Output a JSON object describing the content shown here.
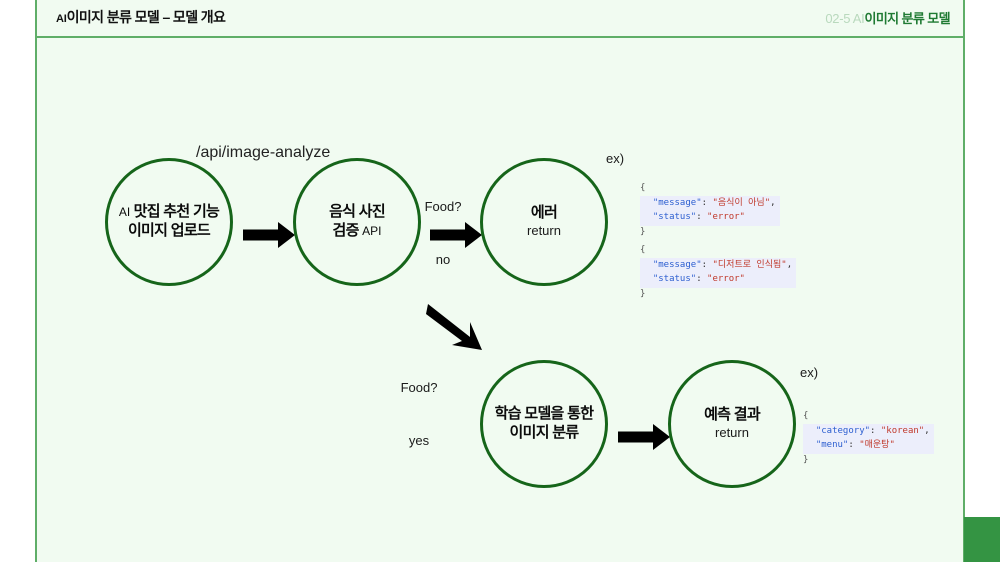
{
  "header": {
    "title_prefix": "AI",
    "title_main": "이미지 분류 모델 – 모델 개요",
    "section_number": "02-5 AI",
    "section_label": "이미지 분류 모델"
  },
  "colors": {
    "canvas_bg": "#f1fbf1",
    "rule": "#5fae68",
    "node_stroke": "#16651a",
    "accent_green": "#349443",
    "header_label": "#1f7a33",
    "header_number": "#b9d9bd",
    "code_bg": "#eceefb",
    "code_key": "#2d5fd0",
    "code_value": "#c0392b"
  },
  "diagram": {
    "api_path_label": "/api/image-analyze",
    "nodes": [
      {
        "id": "upload",
        "line1_thin": "AI",
        "line1_bold": "맛집 추천 기능",
        "line2_bold": "이미지 업로드"
      },
      {
        "id": "verify-api",
        "line1_bold": "음식 사진",
        "line2_bold": "검증",
        "line2_thin": "API"
      },
      {
        "id": "error",
        "line1_bold": "에러",
        "line2": "return"
      },
      {
        "id": "classify",
        "line1_bold": "학습 모델을 통한",
        "line2_bold": "이미지 분류"
      },
      {
        "id": "predict",
        "line1_bold": "예측 결과",
        "line2": "return"
      }
    ],
    "conditions": [
      {
        "id": "food-no",
        "line1": "Food?",
        "line2": "no"
      },
      {
        "id": "food-yes",
        "line1": "Food?",
        "line2": "yes"
      }
    ],
    "example_labels": [
      {
        "id": "ex-error",
        "text": "ex)"
      },
      {
        "id": "ex-predict",
        "text": "ex)"
      }
    ],
    "code_blocks": [
      {
        "id": "error-not-food",
        "open": "{",
        "close": "}",
        "lines": [
          {
            "key": "\"message\"",
            "sep": ": ",
            "value": "\"음식이 아님\"",
            "trail": ","
          },
          {
            "key": "\"status\"",
            "sep": ": ",
            "value": "\"error\"",
            "trail": ""
          }
        ]
      },
      {
        "id": "error-dessert",
        "open": "{",
        "close": "}",
        "lines": [
          {
            "key": "\"message\"",
            "sep": ": ",
            "value": "\"디저트로 인식됨\"",
            "trail": ","
          },
          {
            "key": "\"status\"",
            "sep": ": ",
            "value": "\"error\"",
            "trail": ""
          }
        ]
      },
      {
        "id": "predict-result",
        "open": "{",
        "close": "}",
        "lines": [
          {
            "key": "\"category\"",
            "sep": ": ",
            "value": "\"korean\"",
            "trail": ","
          },
          {
            "key": "\"menu\"",
            "sep": ": ",
            "value": "\"매운탕\"",
            "trail": ""
          }
        ]
      }
    ]
  }
}
